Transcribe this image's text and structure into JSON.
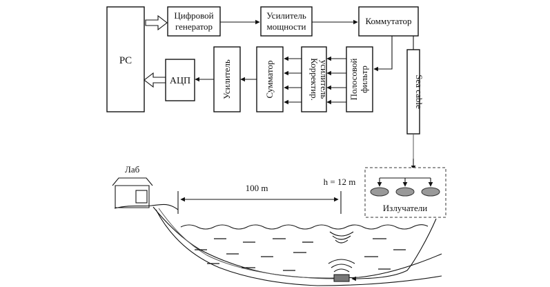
{
  "blocks": {
    "pc": "PC",
    "generator_line1": "Цифровой",
    "generator_line2": "генератор",
    "amplifier_line1": "Усилитель",
    "amplifier_line2": "мощности",
    "switch": "Коммутатор",
    "adc": "АЦП",
    "receiver_amp": "Усилитель",
    "summator": "Сумматор",
    "corrector_line1": "Корректир.",
    "corrector_line2": "усилитель",
    "bandpass_line1": "Полосовой",
    "bandpass_line2": "фильтр",
    "sea_cable": "Sea cable"
  },
  "scene": {
    "lab_label": "Лаб",
    "distance_label": "100 m",
    "depth_label": "h = 12 m",
    "emitters_label": "Излучатели"
  }
}
